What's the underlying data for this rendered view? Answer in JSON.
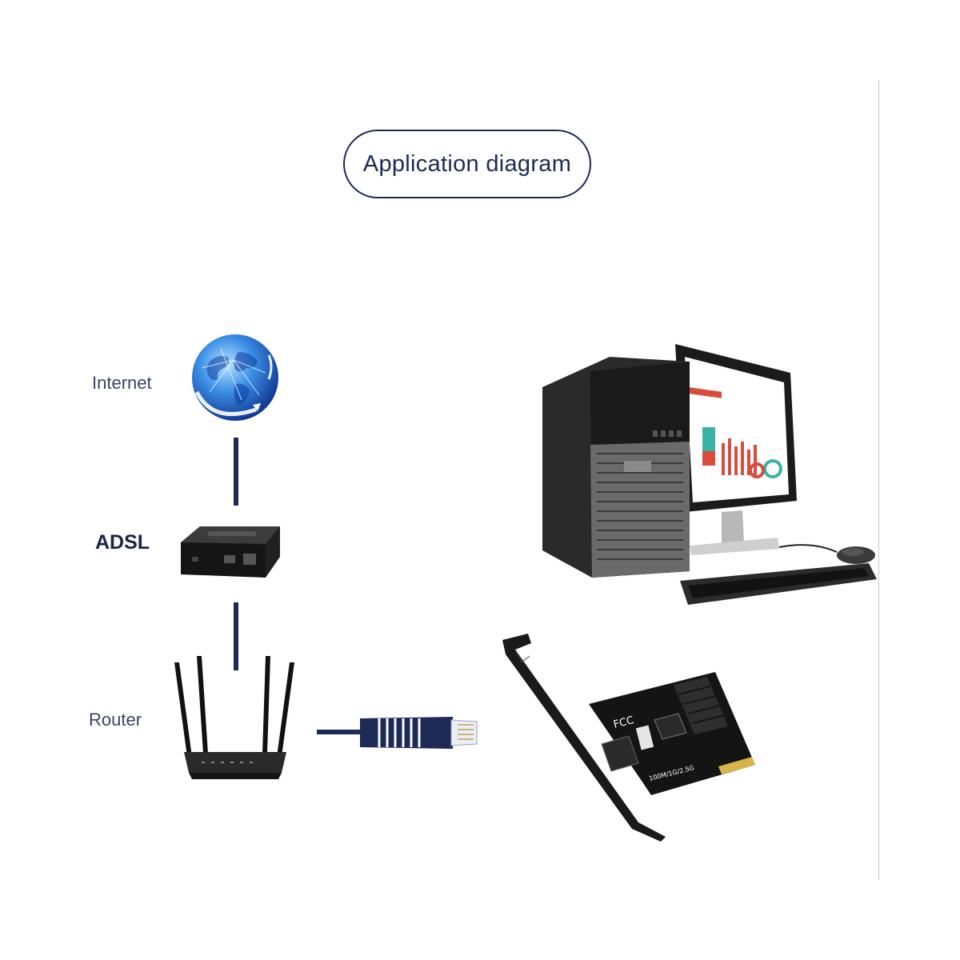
{
  "title": "Application diagram",
  "nodes": {
    "internet": "Internet",
    "adsl": "ADSL",
    "router": "Router"
  },
  "card_markings": {
    "fcc": "FCC",
    "speed": "100M/1G/2.5G"
  }
}
